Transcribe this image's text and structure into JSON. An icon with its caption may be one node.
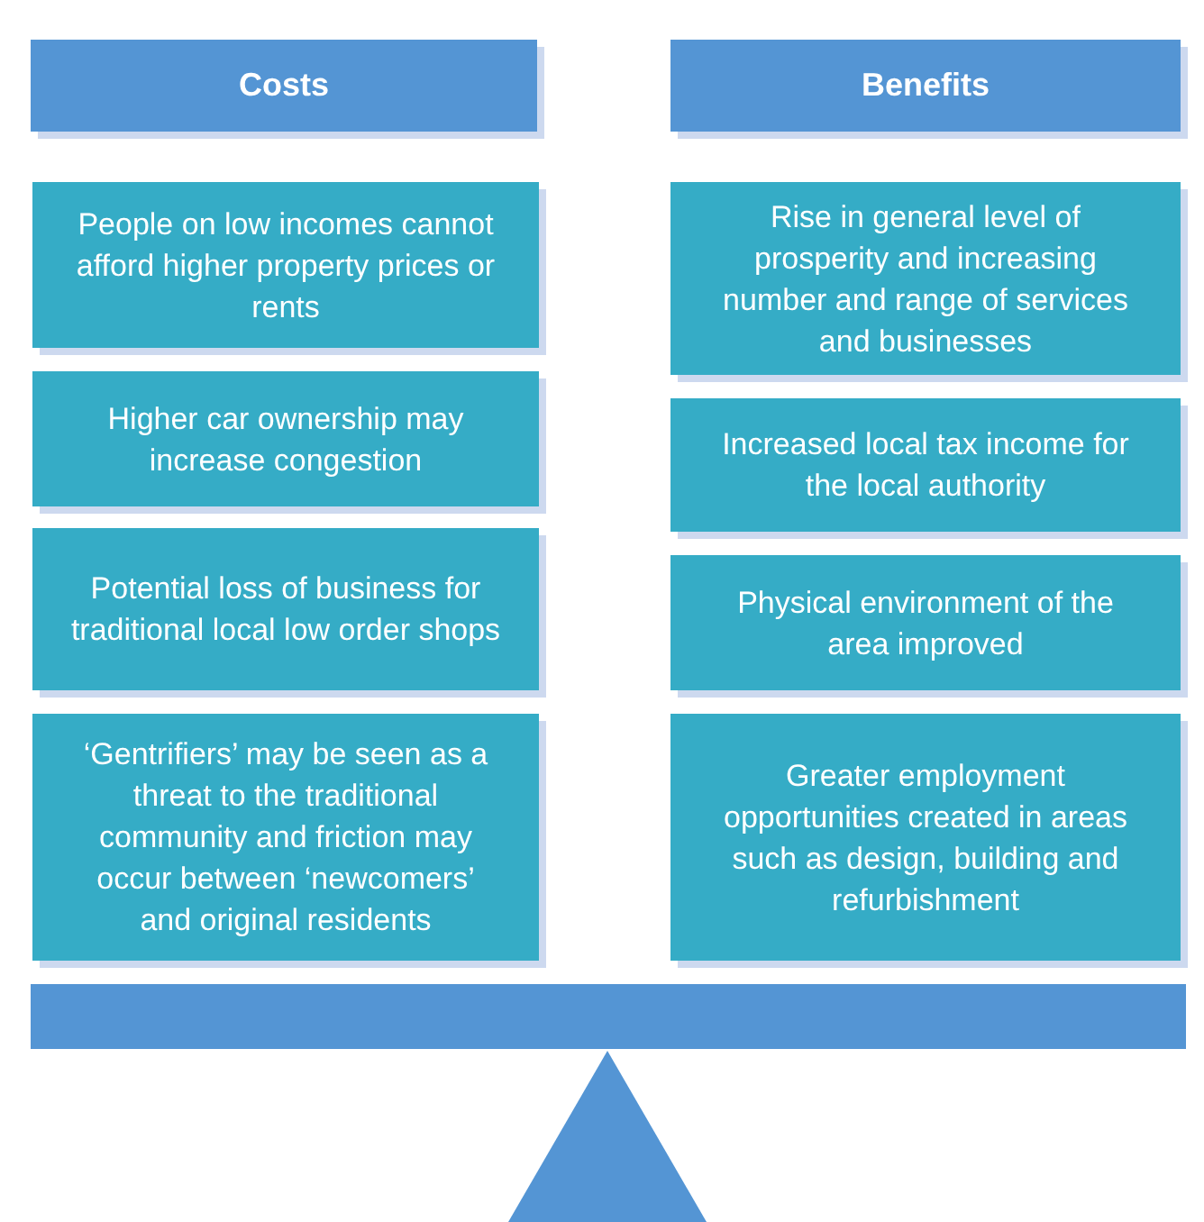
{
  "diagram": {
    "nodes": [
      {
        "text": [
          "Costs"
        ]
      },
      {
        "text": [
          "People on low incomes cannot afford higher property prices or rents"
        ]
      },
      {
        "text": [
          "Higher car ownership may increase congestion"
        ]
      },
      {
        "text": [
          "Potential loss of business for traditional local low order shops"
        ]
      },
      {
        "text": [
          "‘Gentrifiers’ may be seen as a threat to the traditional community and friction may occur between ‘newcomers’ and original residents"
        ]
      },
      {
        "text": [
          "Benefits"
        ]
      },
      {
        "text": [
          "Rise in general level of prosperity and increasing number and range of services and businesses"
        ]
      },
      {
        "text": [
          "Increased local tax income for the local authority"
        ]
      },
      {
        "text": [
          "Physical environment of the area improved"
        ]
      },
      {
        "text": [
          "Greater employment opportunities created in areas such as design, building and refurbishment"
        ]
      },
      {
        "text": [],
        "shape": "bar"
      },
      {
        "text": [],
        "shape": "triangle"
      }
    ],
    "edges": []
  }
}
